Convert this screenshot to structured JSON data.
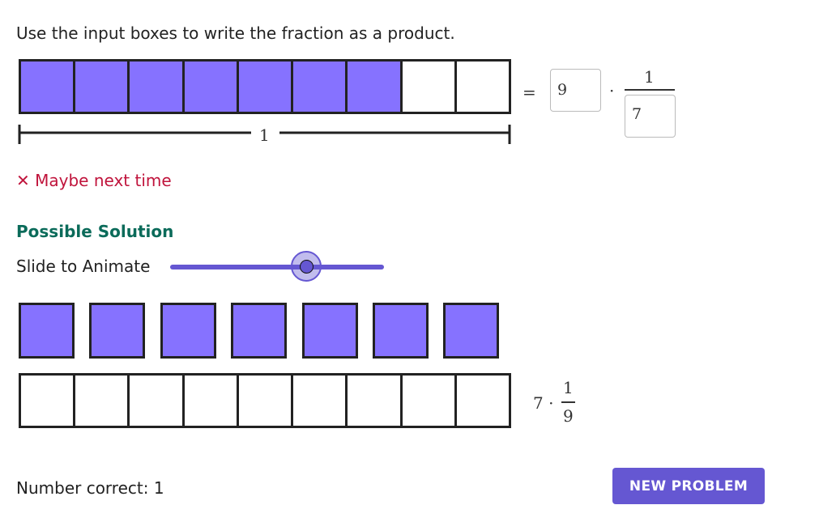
{
  "instruction": "Use the input boxes to write the fraction as a product.",
  "top_bar": {
    "total_parts": 9,
    "shaded_parts": 7,
    "whole_label": "1"
  },
  "equation": {
    "equals": "=",
    "numerator_input": "9",
    "dot": "·",
    "fraction_numerator": "1",
    "denominator_input": "7"
  },
  "feedback": {
    "icon": "x-icon",
    "text": "Maybe next time",
    "color": "#c0143c"
  },
  "solution": {
    "heading": "Possible Solution",
    "slider_label": "Slide to Animate",
    "slider_value": 0.64,
    "unit_squares": 7,
    "bottom_parts": 9,
    "expr_coef": "7",
    "expr_dot": "·",
    "expr_num": "1",
    "expr_den": "9"
  },
  "footer": {
    "score_label": "Number correct: 1",
    "button": "NEW PROBLEM"
  },
  "colors": {
    "fill": "#8672ff",
    "accent": "#6557d2",
    "heading": "#0b6b5a"
  }
}
